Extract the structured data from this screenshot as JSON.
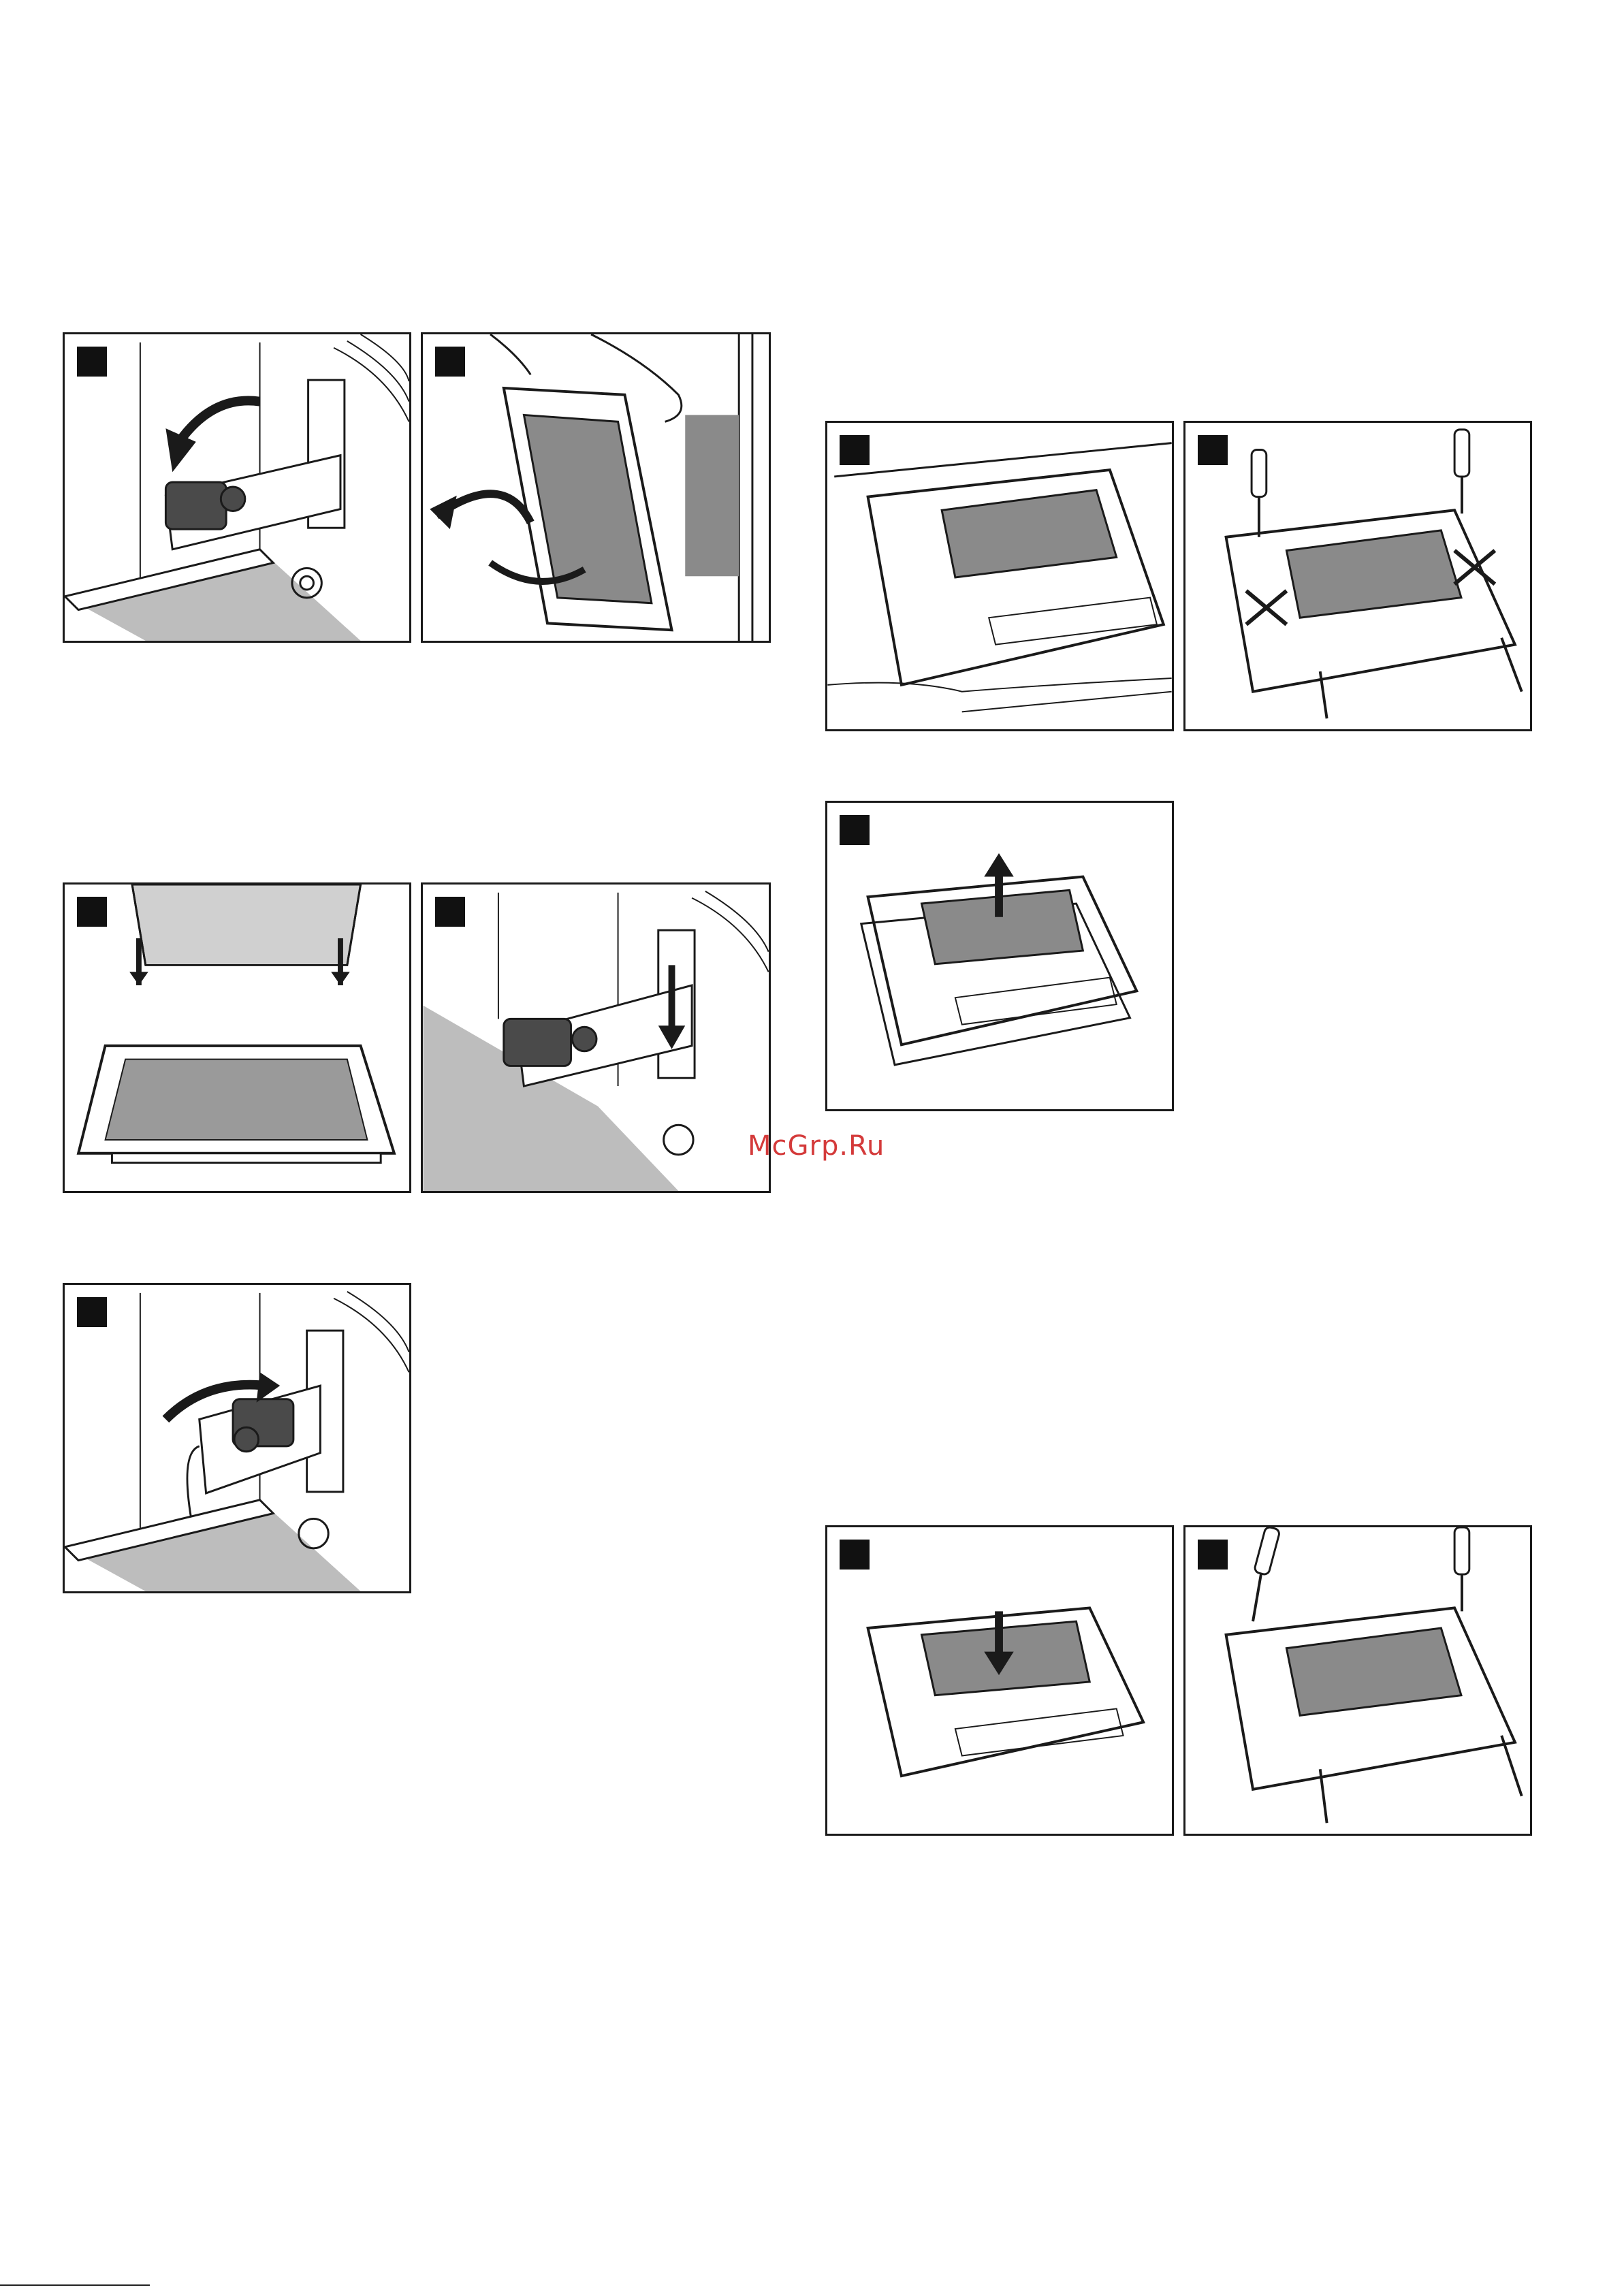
{
  "watermark": {
    "text": "McGrp.Ru"
  },
  "colors": {
    "line": "#1a1a1a",
    "gray": "#bdbdbd",
    "dark": "#4a4a4a",
    "glass": "#9a9a9a"
  },
  "panels": [
    {
      "id": "hinge-lever-down",
      "icon": "hinge-lever-icon"
    },
    {
      "id": "door-lift-off",
      "icon": "door-removal-icon"
    },
    {
      "id": "door-reinsert",
      "icon": "door-insert-icon"
    },
    {
      "id": "hinge-lever-lock",
      "icon": "hinge-lever-icon"
    },
    {
      "id": "hinge-lever-up",
      "icon": "hinge-lever-icon"
    },
    {
      "id": "inner-door-lay-flat",
      "icon": "door-panel-icon"
    },
    {
      "id": "inner-door-unscrew",
      "icon": "screwdriver-icon"
    },
    {
      "id": "inner-pane-lift",
      "icon": "glass-pane-icon"
    },
    {
      "id": "inner-pane-insert",
      "icon": "glass-pane-icon"
    },
    {
      "id": "inner-door-screw",
      "icon": "screwdriver-icon"
    }
  ]
}
